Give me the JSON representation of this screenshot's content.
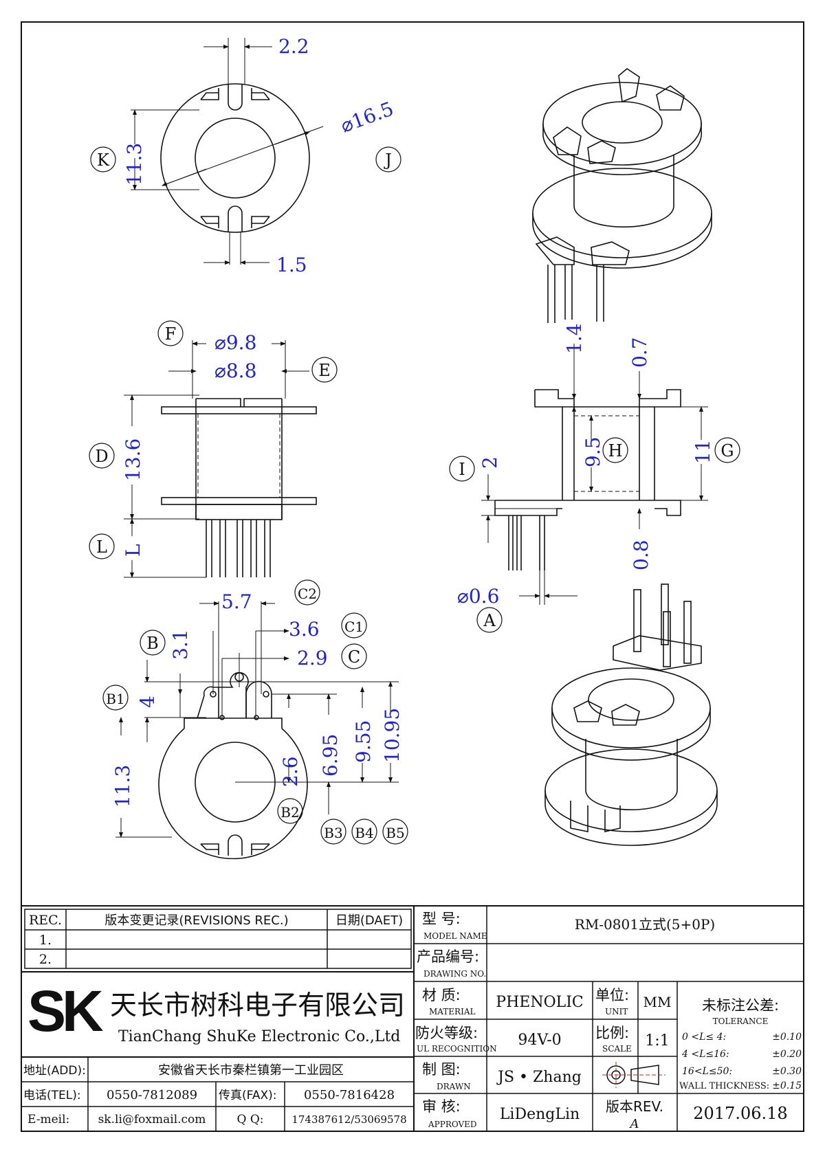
{
  "dims": {
    "top_slot_top": "2.2",
    "top_slot_bottom": "1.5",
    "top_height": "11.3",
    "top_diameter": "⌀16.5",
    "side_phi_outer": "⌀9.8",
    "side_phi_inner": "⌀8.8",
    "side_height": "13.6",
    "side_pin_len": "L",
    "sec_top_flange": "1.4",
    "sec_wall": "0.7",
    "sec_inner": "9.5",
    "sec_height": "11",
    "sec_step": "2",
    "sec_bottom_flange": "0.8",
    "pin_dia": "⌀0.6",
    "bot_5_7": "5.7",
    "bot_3_6": "3.6",
    "bot_2_9": "2.9",
    "bot_3_1": "3.1",
    "bot_4": "4",
    "bot_11_3": "11.3",
    "bot_2_6": "2.6",
    "bot_6_95": "6.95",
    "bot_9_55": "9.55",
    "bot_10_95": "10.95"
  },
  "labels": {
    "K": "K",
    "J": "J",
    "F": "F",
    "E": "E",
    "D": "D",
    "L": "L",
    "I": "I",
    "H": "H",
    "G": "G",
    "A": "A",
    "B": "B",
    "B1": "B1",
    "B2": "B2",
    "B3": "B3",
    "B4": "B4",
    "B5": "B5",
    "C": "C",
    "C1": "C1",
    "C2": "C2"
  },
  "revisions": {
    "col_rec": "REC.",
    "col_desc": "版本变更记录(REVISIONS REC.)",
    "col_date": "日期(DAET)",
    "rows": [
      "1.",
      "2."
    ]
  },
  "company": {
    "logo": "SK",
    "name_cn": "天长市树科电子有限公司",
    "name_en": "TianChang ShuKe Electronic Co.,Ltd",
    "addr_label": "地址(ADD):",
    "addr": "安徽省天长市秦栏镇第一工业园区",
    "tel_label": "电话(TEL):",
    "tel": "0550-7812089",
    "fax_label": "传真(FAX):",
    "fax": "0550-7816428",
    "email_label": "E-meil:",
    "email": "sk.li@foxmail.com",
    "qq_label": "Q Q:",
    "qq": "174387612/53069578"
  },
  "title_block": {
    "model_label_cn": "型  号:",
    "model_label_en": "MODEL NAME",
    "model": "RM-0801立式(5+0P)",
    "drawing_label_cn": "产品编号:",
    "drawing_label_en": "DRAWING NO.",
    "material_label_cn": "材  质:",
    "material_label_en": "MATERIAL",
    "material": "PHENOLIC",
    "unit_label_cn": "单位:",
    "unit_label_en": "UNIT",
    "unit": "MM",
    "tol_label_cn": "未标注公差:",
    "tol_label_en": "TOLERANCE",
    "tol_rows": [
      {
        "range": "0 <L≤ 4:",
        "value": "±0.10"
      },
      {
        "range": "4 <L≤16:",
        "value": "±0.20"
      },
      {
        "range": "16<L≤50:",
        "value": "±0.30"
      },
      {
        "range": "WALL THICKNESS:",
        "value": "±0.15"
      }
    ],
    "ul_label_cn": "防火等级:",
    "ul_label_en": "UL RECOGNITION",
    "ul": "94V-0",
    "scale_label_cn": "比例:",
    "scale_label_en": "SCALE",
    "scale": "1:1",
    "drawn_label_cn": "制  图:",
    "drawn_label_en": "DRAWN",
    "drawn": "JS • Zhang",
    "approved_label_cn": "审  核:",
    "approved_label_en": "APPROVED",
    "approved": "LiDengLin",
    "rev_label": "版本REV.",
    "rev": "A",
    "date": "2017.06.18"
  }
}
